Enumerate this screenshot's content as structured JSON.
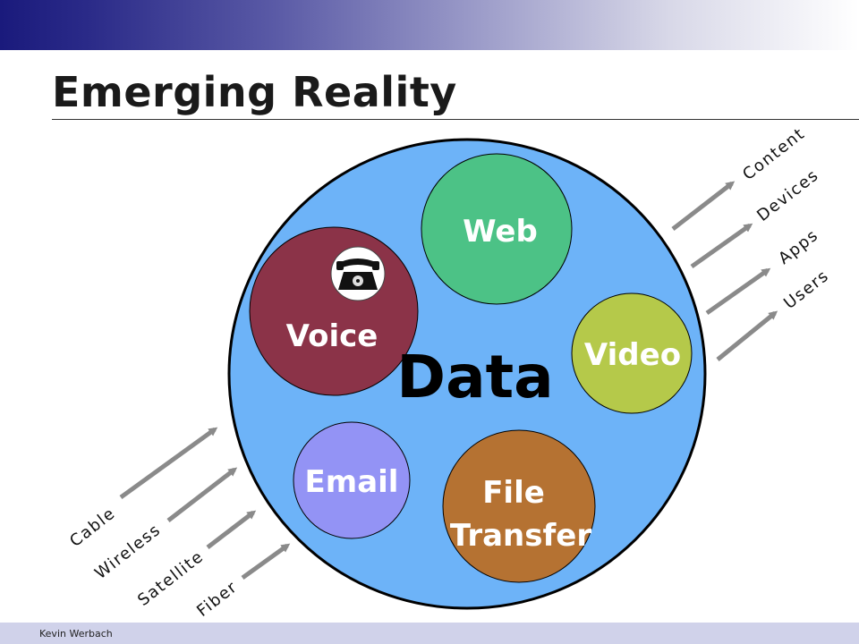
{
  "header": {
    "title": "Emerging Reality"
  },
  "footer": {
    "author": "Kevin Werbach"
  },
  "diagram": {
    "center_label": "Data",
    "bubbles": {
      "web": "Web",
      "voice": "Voice",
      "video": "Video",
      "email": "Email",
      "file_transfer_line1": "File",
      "file_transfer_line2": "Transfer"
    },
    "inputs": [
      "Cable",
      "Wireless",
      "Satellite",
      "Fiber"
    ],
    "outputs": [
      "Content",
      "Devices",
      "Apps",
      "Users"
    ],
    "colors": {
      "data_circle": "#6db3f8",
      "web": "#4cc286",
      "voice": "#8b3348",
      "video": "#b5c94a",
      "email": "#9393f5",
      "file_transfer": "#b57232",
      "arrows": "#8a8a8a"
    },
    "icons": [
      "telephone-icon"
    ]
  }
}
